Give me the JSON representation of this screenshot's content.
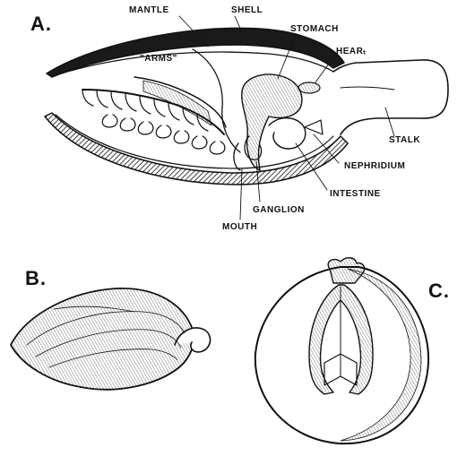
{
  "panels": {
    "a": "A.",
    "b": "B.",
    "c": "C."
  },
  "labels": {
    "mantle": "MANTLE",
    "shell": "SHELL",
    "stomach": "STOMACH",
    "heart": "HEARₜ",
    "arms": "\"ARMS\"",
    "stalk": "STALK",
    "nephridium": "NEPHRIDIUM",
    "intestine": "INTESTINE",
    "ganglion": "GANGLION",
    "mouth": "MOUTH"
  },
  "colors": {
    "ink": "#111111",
    "paper": "#ffffff"
  }
}
